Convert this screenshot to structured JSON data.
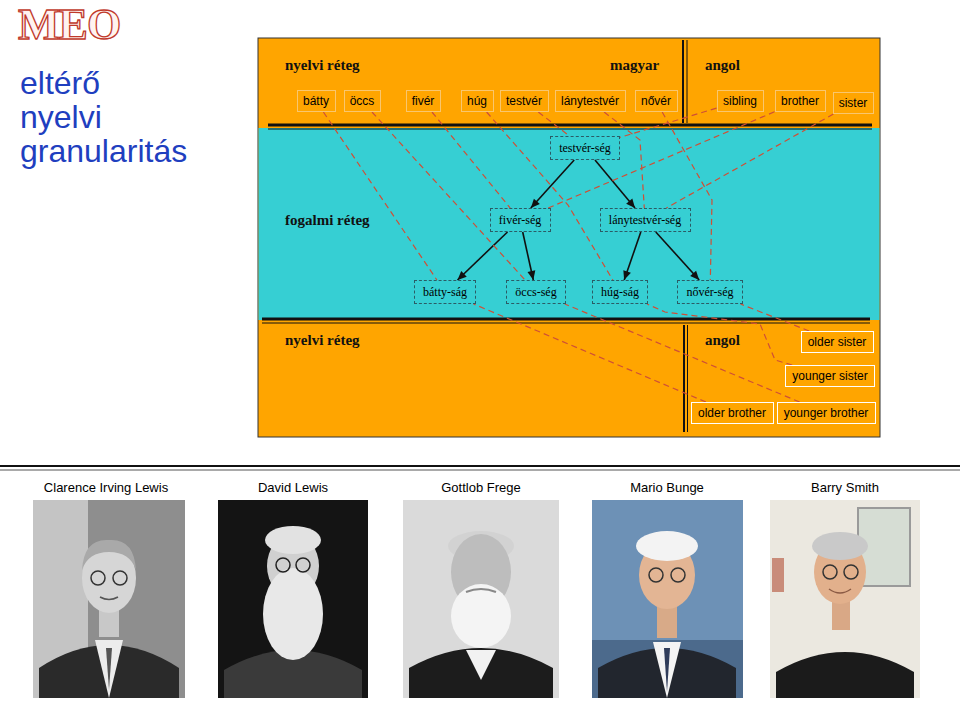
{
  "diagram": {
    "title": "eltérő nyelvi granularitás",
    "nodes": [
      {
        "text": [
          "nyelvi réteg",
          "magyar",
          "angol"
        ]
      },
      {
        "text": [
          "bátty"
        ],
        "in": 0
      },
      {
        "text": [
          "öccs"
        ],
        "in": 0
      },
      {
        "text": [
          "fivér"
        ],
        "in": 0
      },
      {
        "text": [
          "húg"
        ],
        "in": 0
      },
      {
        "text": [
          "testvér"
        ],
        "in": 0
      },
      {
        "text": [
          "lánytestvér"
        ],
        "in": 0
      },
      {
        "text": [
          "nővér"
        ],
        "in": 0
      },
      {
        "text": [
          "sibling"
        ],
        "in": 0
      },
      {
        "text": [
          "brother"
        ],
        "in": 0
      },
      {
        "text": [
          "sister"
        ],
        "in": 0
      },
      {
        "text": [
          "fogalmi réteg"
        ]
      },
      {
        "text": [
          "testvér-ség"
        ],
        "in": 11
      },
      {
        "text": [
          "fivér-ség"
        ],
        "in": 11
      },
      {
        "text": [
          "lánytestvér-ség"
        ],
        "in": 11
      },
      {
        "text": [
          "bátty-ság"
        ],
        "in": 11
      },
      {
        "text": [
          "öccs-ség"
        ],
        "in": 11
      },
      {
        "text": [
          "húg-ság"
        ],
        "in": 11
      },
      {
        "text": [
          "nővér-ség"
        ],
        "in": 11
      },
      {
        "text": [
          "nyelvi réteg",
          "angol"
        ]
      },
      {
        "text": [
          "older sister"
        ],
        "in": 19
      },
      {
        "text": [
          "younger sister"
        ],
        "in": 19
      },
      {
        "text": [
          "older brother"
        ],
        "in": 19
      },
      {
        "text": [
          "younger brother"
        ],
        "in": 19
      }
    ],
    "edges": [
      {
        "from": 12,
        "to": 13,
        "arrow": "to"
      },
      {
        "from": 12,
        "to": 14,
        "arrow": "to"
      },
      {
        "from": 13,
        "to": 15,
        "arrow": "to"
      },
      {
        "from": 13,
        "to": 16,
        "arrow": "to"
      },
      {
        "from": 14,
        "to": 17,
        "arrow": "to"
      },
      {
        "from": 14,
        "to": 18,
        "arrow": "to"
      },
      {
        "from": 1,
        "to": 15,
        "arrow": "none"
      },
      {
        "from": 2,
        "to": 16,
        "arrow": "none"
      },
      {
        "from": 3,
        "to": 13,
        "arrow": "none"
      },
      {
        "from": 4,
        "to": 17,
        "arrow": "none"
      },
      {
        "from": 5,
        "to": 12,
        "arrow": "none"
      },
      {
        "from": 6,
        "to": 14,
        "arrow": "none"
      },
      {
        "from": 7,
        "to": 18,
        "arrow": "none"
      },
      {
        "from": 8,
        "to": 12,
        "arrow": "none"
      },
      {
        "from": 9,
        "to": 13,
        "arrow": "none"
      },
      {
        "from": 10,
        "to": 14,
        "arrow": "none"
      },
      {
        "from": 20,
        "to": 18,
        "arrow": "none"
      },
      {
        "from": 21,
        "to": 17,
        "arrow": "none"
      },
      {
        "from": 22,
        "to": 15,
        "arrow": "none"
      },
      {
        "from": 23,
        "to": 16,
        "arrow": "none"
      }
    ],
    "labels": [
      "MEO",
      "Clarence Irving Lewis",
      "David Lewis",
      "Gottlob Frege",
      "Mario Bunge",
      "Barry Smith"
    ]
  }
}
